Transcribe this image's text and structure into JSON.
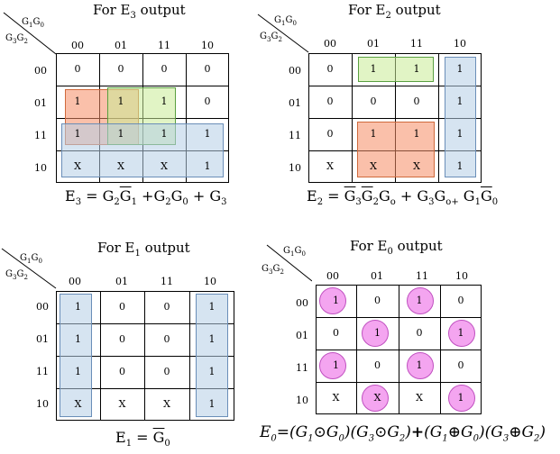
{
  "column_headers": [
    "00",
    "01",
    "11",
    "10"
  ],
  "row_headers": [
    "00",
    "01",
    "11",
    "10"
  ],
  "corner": {
    "top_var": "G",
    "top_sub1": "1",
    "top_var2": "G",
    "top_sub2": "0",
    "left_var": "G",
    "left_sub1": "3",
    "left_var2": "G",
    "left_sub2": "2"
  },
  "maps": [
    {
      "id": "e3",
      "title": {
        "prefix": "For E",
        "sub": "3",
        "suffix": " output"
      },
      "cells": [
        [
          "0",
          "0",
          "0",
          "0"
        ],
        [
          "1",
          "1",
          "1",
          "0"
        ],
        [
          "1",
          "1",
          "1",
          "1"
        ],
        [
          "X",
          "X",
          "X",
          "1"
        ]
      ],
      "equation": "E3 = G2 G1 + G2 G0 + G3",
      "equation_parts": {
        "lhs": "E",
        "lhs_sub": "3",
        "t1a": "G",
        "t1a_sub": "2",
        "t1b": "G",
        "t1b_sub": "1",
        "t2a": "G",
        "t2a_sub": "2",
        "t2b": "G",
        "t2b_sub": "0",
        "t3": "G",
        "t3_sub": "3"
      }
    },
    {
      "id": "e2",
      "title": {
        "prefix": "For E",
        "sub": "2",
        "suffix": " output"
      },
      "cells": [
        [
          "0",
          "1",
          "1",
          "1"
        ],
        [
          "0",
          "0",
          "0",
          "1"
        ],
        [
          "0",
          "1",
          "1",
          "1"
        ],
        [
          "X",
          "X",
          "X",
          "1"
        ]
      ],
      "equation_parts": {
        "lhs": "E",
        "lhs_sub": "2",
        "t1a": "G",
        "t1a_sub": "3",
        "t1b": "G",
        "t1b_sub": "2",
        "t1c": "G",
        "t1c_sub": "o",
        "t2a": "G",
        "t2a_sub": "3",
        "t2b": "G",
        "t2b_sub": "o",
        "t3a": "G",
        "t3a_sub": "1",
        "t3b": "G",
        "t3b_sub": "0"
      }
    },
    {
      "id": "e1",
      "title": {
        "prefix": "For E",
        "sub": "1",
        "suffix": " output"
      },
      "cells": [
        [
          "1",
          "0",
          "0",
          "1"
        ],
        [
          "1",
          "0",
          "0",
          "1"
        ],
        [
          "1",
          "0",
          "0",
          "1"
        ],
        [
          "X",
          "X",
          "X",
          "1"
        ]
      ],
      "equation_parts": {
        "lhs": "E",
        "lhs_sub": "1",
        "t1": "G",
        "t1_sub": "0"
      }
    },
    {
      "id": "e0",
      "title": {
        "prefix": "For E",
        "sub": "0",
        "suffix": " output"
      },
      "cells": [
        [
          "1",
          "0",
          "1",
          "0"
        ],
        [
          "0",
          "1",
          "0",
          "1"
        ],
        [
          "1",
          "0",
          "1",
          "0"
        ],
        [
          "X",
          "X",
          "X",
          "1"
        ]
      ],
      "equation_parts": {
        "lhs": "E",
        "lhs_sub": "0",
        "f1": "(G",
        "f1_s1": "1",
        "f1_op": "⊙G",
        "f1_s2": "0",
        "f1_end": ")",
        "f2": "(G",
        "f2_s1": "3",
        "f2_op": "⊙G",
        "f2_s2": "2",
        "f2_end": ")",
        "plus": "+",
        "f3": "(G",
        "f3_s1": "1",
        "f3_op": "⊕G",
        "f3_s2": "0",
        "f3_end": ")",
        "f4": "(G",
        "f4_s1": "3",
        "f4_op": "⊕G",
        "f4_s2": "2",
        "f4_end": ")"
      }
    }
  ]
}
